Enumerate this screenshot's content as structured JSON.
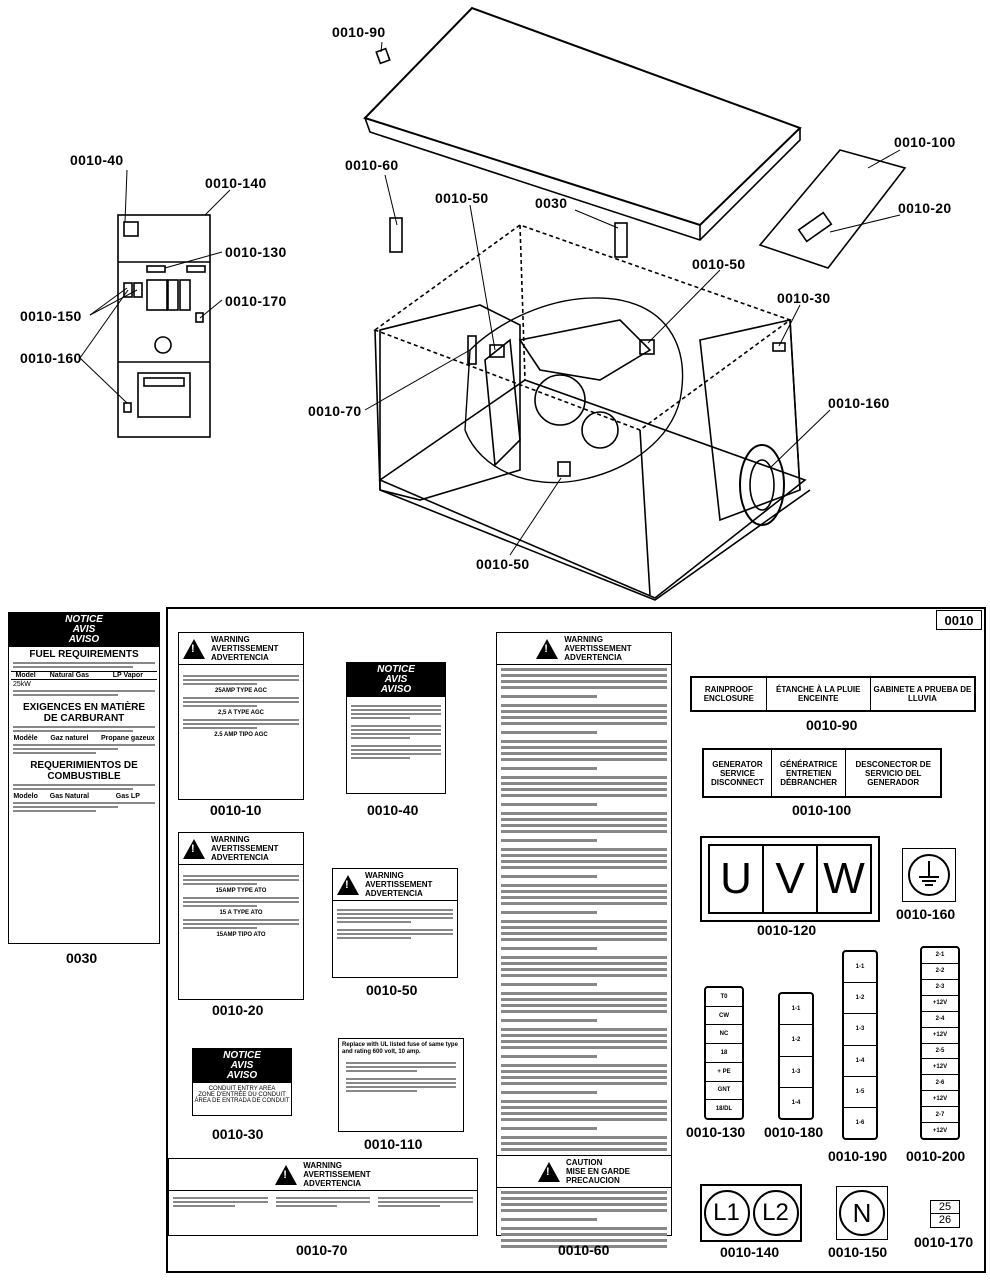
{
  "callouts": {
    "c0010_90_top": "0010-90",
    "c0010_40": "0010-40",
    "c0010_140": "0010-140",
    "c0010_130": "0010-130",
    "c0010_170": "0010-170",
    "c0010_150": "0010-150",
    "c0010_160": "0010-160",
    "c0010_60": "0010-60",
    "c0010_50_a": "0010-50",
    "c0030": "0030",
    "c0010_50_b": "0010-50",
    "c0010_100": "0010-100",
    "c0010_20": "0010-20",
    "c0010_30": "0010-30",
    "c0010_70": "0010-70",
    "c0010_160_r": "0010-160",
    "c0010_50_c": "0010-50"
  },
  "sheet": {
    "id": "0010",
    "captions": {
      "k0030": "0030",
      "k10": "0010-10",
      "k40": "0010-40",
      "k90": "0010-90",
      "k100": "0010-100",
      "k20": "0010-20",
      "k50": "0010-50",
      "k120": "0010-120",
      "k160": "0010-160",
      "k30": "0010-30",
      "k110": "0010-110",
      "k130": "0010-130",
      "k180": "0010-180",
      "k190": "0010-190",
      "k200": "0010-200",
      "k70": "0010-70",
      "k60": "0010-60",
      "k140": "0010-140",
      "k150": "0010-150",
      "k170": "0010-170"
    }
  },
  "decal_0030": {
    "notice": "NOTICE",
    "avis": "AVIS",
    "aviso": "AVISO",
    "fuel_title": "FUEL REQUIREMENTS",
    "exig_title": "EXIGENCES EN MATIÈRE DE CARBURANT",
    "req_title": "REQUERIMIENTOS DE COMBUSTIBLE",
    "col_model": "Model",
    "col_natural": "Natural Gas",
    "col_lp": "LP Vapor",
    "model_val": "25kW",
    "modele": "Modèle",
    "gaz_naturel": "Gaz naturel",
    "propane": "Propane gazeux",
    "modelo": "Modelo",
    "gas_natural": "Gas Natural",
    "gas_lp": "Gas LP"
  },
  "decal_0010_10": {
    "warning": "WARNING",
    "avert": "AVERTISSEMENT",
    "advert": "ADVERTENCIA",
    "fuse_en": "25AMP TYPE AGC",
    "fuse_fr": "2,5 A TYPE AGC",
    "fuse_es": "2.5 AMP TIPO AGC"
  },
  "decal_0010_20": {
    "warning": "WARNING",
    "avert": "AVERTISSEMENT",
    "advert": "ADVERTENCIA",
    "fuse_en": "15AMP TYPE ATO",
    "fuse_fr": "15 A TYPE ATO",
    "fuse_es": "15AMP TIPO ATO"
  },
  "decal_0010_40": {
    "notice": "NOTICE",
    "avis": "AVIS",
    "aviso": "AVISO"
  },
  "decal_0010_50": {
    "warning": "WARNING",
    "avert": "AVERTISSEMENT",
    "advert": "ADVERTENCIA"
  },
  "decal_0010_30": {
    "notice": "NOTICE",
    "avis": "AVIS",
    "aviso": "AVISO",
    "line1": "CONDUIT ENTRY AREA",
    "line2": "ZONE D'ENTRÉE DU CONDUIT",
    "line3": "ÁREA DE ENTRADA DE CONDUIT"
  },
  "decal_0010_60": {
    "warning": "WARNING",
    "avert": "AVERTISSEMENT",
    "advert": "ADVERTENCIA",
    "caution": "CAUTION",
    "mise": "MISE EN GARDE",
    "precaucion": "PRECAUCION"
  },
  "decal_0010_70": {
    "warning": "WARNING",
    "avert": "AVERTISSEMENT",
    "advert": "ADVERTENCIA"
  },
  "decal_0010_90": {
    "en": "RAINPROOF ENCLOSURE",
    "fr": "ÉTANCHE À LA PLUIE ENCEINTE",
    "es": "GABINETE A PRUEBA DE LLUVIA"
  },
  "decal_0010_100": {
    "en": "GENERATOR SERVICE DISCONNECT",
    "fr": "GÉNÉRATRICE ENTRETIEN DÉBRANCHER",
    "es": "DESCONECTOR DE SERVICIO DEL GENERADOR"
  },
  "decal_0010_120": {
    "u": "U",
    "v": "V",
    "w": "W"
  },
  "decal_0010_130": [
    "T0",
    "CW",
    "NC",
    "18",
    "+ PE",
    "GNT",
    "18/DL"
  ],
  "decal_0010_180": [
    "1-1",
    "1-2",
    "1-3",
    "1-4"
  ],
  "decal_0010_190": [
    "1-1",
    "1-2",
    "1-3",
    "1-4",
    "1-5",
    "1-6"
  ],
  "decal_0010_200": [
    "2-1",
    "2-2",
    "2-3",
    "+12V",
    "2-4",
    "+12V",
    "2-5",
    "+12V",
    "2-6",
    "+12V",
    "2-7",
    "+12V"
  ],
  "decal_0010_140": {
    "l1": "L1",
    "l2": "L2"
  },
  "decal_0010_150": {
    "n": "N"
  },
  "decal_0010_170": {
    "top": "25",
    "bottom": "26"
  },
  "decal_0010_110": {
    "title": "Replace with UL listed fuse of same type and rating 600 volt, 10 amp."
  }
}
